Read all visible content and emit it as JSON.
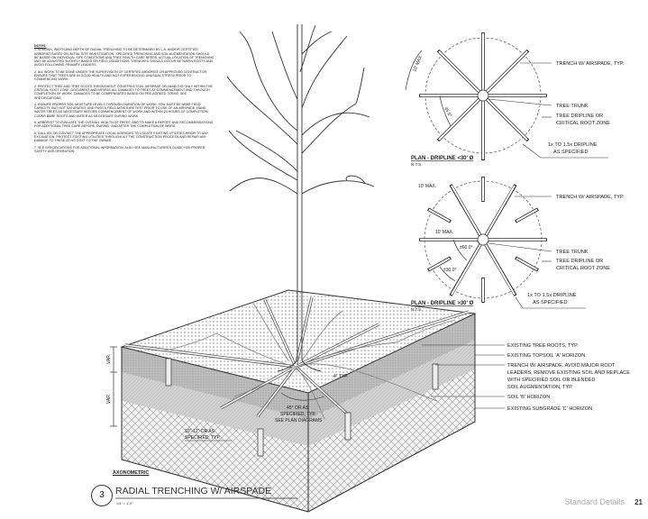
{
  "notes": {
    "title": "NOTES:",
    "items": [
      "1. SPACING, WIDTH AND DEPTH OF RADIAL TRENCHING TO BE DETERMINED BY L.A. AND/OR CERTIFIED ARBORIST BASED ON INITIAL SITE INVESTIGATION. SPECIFIED TRENCHING AND SOIL AUGMENTATION SHOULD BE BASED ON INDIVIDUAL SITE CONDITIONS AND TREE HEALTH CARE NEEDS. ACTUAL LOCATION OF TRENCHING MAY BE ADJUSTED SLIGHTLY BASED ON FIELD CONDITIONS. TRENCHES SHOULD OCCUR BETWEEN ROOTS AND AVOID FOLLOWING PRIMARY LEADERS.",
      "2. ALL WORK TO BE DONE UNDER THE SUPERVISION OF CERTIFIED ARBORIST OR APPROVED CONTRACTOR. ENSURE THAT TREES ARE IN GOOD HEALTH AND NOT EXPERIENCING UNUSUAL STRESS PRIOR TO COMMENCING WORK.",
      "3. PROTECT TREE AND TREE ROOTS THROUGHOUT CONSTRUCTION. AIRSPADE OR HAND DIG ONLY WITHIN THE CRITICAL ROOT ZONE. DOCUMENT AND ASSESS ALL DAMAGES TO TREES AT COMMENCEMENT AND THROUGH COMPLETION OF WORK. DAMAGES TO BE COMPENSATED BASED ON PRE-AGREED TERMS. SEE SPECIFICATIONS.",
      "4. ENSURE PROPER SOIL MOISTURE LEVELS THROUGH DURATION OF WORK. SOIL MUST BE NEAR FIELD CAPACITY, BUT NOT SATURATED, AND PASS A FIELD MOISTURE TEST PRIOR TO USE OF AN AIRSPADE. HAND WATER TREES AS NECESSARY BEFORE COMMENCEMENT OF WORK AND WITHIN 24 HOURS OF COMPLETION. COVER BARE ROOTS AND WATER AS NECESSARY DURING WORK.",
      "5. ARBORIST TO EVALUATE THE OVERALL HEALTH OF TREES, AND TO MAKE A REPORT AND RECOMMENDATIONS FOR ADDITIONAL TREE CARE BEFORE, DURING, AND AFTER THE COMPLETION OF WORK.",
      "6. CALL 811 OR CONTACT THE APPROPRIATE LOCAL AGENCIES TO LOCATE EXISTING UTILITIES PRIOR TO ANY EXCAVATION. PROTECT EXISTING UTILITIES THROUGHOUT THE CONSTRUCTION PROCESS AND REPAIR ANY DAMAGE TO THESE AT NO COST TO THE OWNER.",
      "7. SEE SPECIFICATIONS FOR ADDITIONAL INFORMATION. ALSO SEE MANUFACTURER'S GUIDE FOR PROPER SAFETY AND OPERATION."
    ]
  },
  "plan_small": {
    "caption": "PLAN - DRIPLINE <30' Ø",
    "scale": "N.T.S.",
    "dim_spacing": "10' MAX.",
    "dim_angle": "45.0°",
    "labels": [
      "TRENCH W/ AIRSPADE, TYP.",
      "TREE TRUNK",
      "TREE DRIPLINE OR",
      "CRITICAL ROOT ZONE",
      "1x TO 1.5x DRIPLINE",
      "AS SPECIFIED"
    ]
  },
  "plan_large": {
    "caption": "PLAN - DRIPLINE >30' Ø",
    "scale": "N.T.S.",
    "dim_spacing_outer": "10' MAX.",
    "dim_spacing_inner": "10' MAX.",
    "dim_angle_60": "±60.0°",
    "dim_angle_30": "±30.0°",
    "labels": [
      "TRENCH W/ AIRSPADE, TYP.",
      "TREE TRUNK",
      "TREE DRIPLINE OR",
      "CRITICAL ROOT ZONE",
      "1x TO 1.5x DRIPLINE",
      "AS SPECIFIED"
    ]
  },
  "axonometric": {
    "caption": "AXONOMETRIC",
    "var_top": "VAR.",
    "var_bottom": "VAR.",
    "trench_width": "4\" TYP.",
    "angle_note": [
      "45° OR AS",
      "SPECIFIED, TYP.",
      "SEE PLAN DIAGRAMS"
    ],
    "depth_note": [
      "10\"-12\" OR AS",
      "SPECIFIED, TYP."
    ],
    "callouts": [
      [
        "EXISTING TREE ROOTS, TYP."
      ],
      [
        "EXISTING TOPSOIL 'A' HORIZON"
      ],
      [
        "TRENCH W/ AIRSPADE, AVOID MAJOR ROOT",
        "LEADERS, REMOVE EXISTING SOIL AND REPLACE",
        "WITH SPECIFIED SOIL OR BLENDED",
        "SOIL AUGMENTATION, TYP."
      ],
      [
        "SOIL 'B' HORIZON"
      ],
      [
        "EXISTING SUBGRADE 'C' HORIZON"
      ]
    ]
  },
  "detail": {
    "number": "3",
    "title": "RADIAL TRENCHING W/ AIRSPADE",
    "scale": "1/4\" = 1'-0\""
  },
  "footer": {
    "section": "Standard Details",
    "page": "21"
  }
}
